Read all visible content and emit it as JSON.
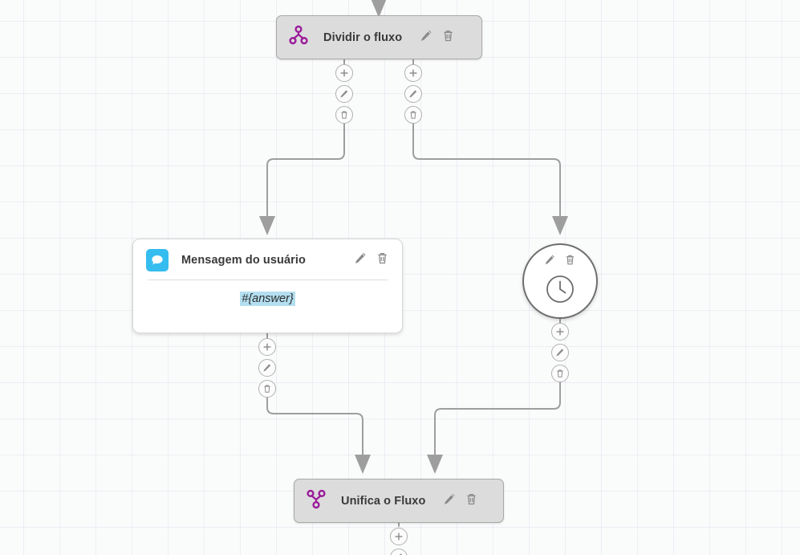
{
  "canvas": {
    "background_color": "#fafbfb",
    "grid_color": "#8c9bbe",
    "grid_size": 45
  },
  "colors": {
    "flow_node_fill": "#dcdcdc",
    "flow_node_border": "#a8a8a8",
    "card_fill": "#ffffff",
    "accent_purple": "#9b1b9b",
    "accent_blue": "#36bdef",
    "variable_highlight": "#b3dff0",
    "edge_gray": "#9e9e9e",
    "title_text": "#3a3a3a"
  },
  "nodes": [
    {
      "id": "split",
      "type": "flow-split",
      "title": "Dividir o fluxo",
      "icon": "split-flow-icon",
      "edit_icon": "pencil-icon",
      "delete_icon": "trash-icon"
    },
    {
      "id": "user-message",
      "type": "message-card",
      "title": "Mensagem do usuário",
      "icon": "chat-bubble-icon",
      "body_value": "#{answer}",
      "edit_icon": "pencil-icon",
      "delete_icon": "trash-icon"
    },
    {
      "id": "delay",
      "type": "circle-clock",
      "icon": "clock-icon",
      "edit_icon": "pencil-icon",
      "delete_icon": "trash-icon"
    },
    {
      "id": "merge",
      "type": "flow-merge",
      "title": "Unifica o Fluxo",
      "icon": "merge-flow-icon",
      "edit_icon": "pencil-icon",
      "delete_icon": "trash-icon"
    }
  ],
  "port_actions": {
    "add_icon": "plus-icon",
    "edit_icon": "pencil-icon",
    "delete_icon": "trash-icon"
  }
}
